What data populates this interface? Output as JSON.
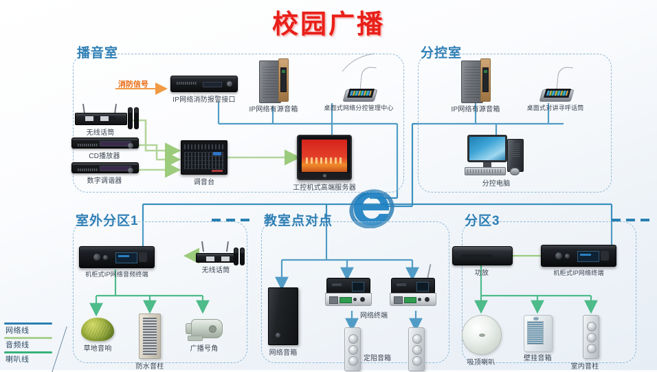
{
  "title": "校园广播",
  "legend": {
    "items": [
      {
        "label": "网络线",
        "color": "#2a7fb0"
      },
      {
        "label": "音频线",
        "color": "#a9d08e"
      },
      {
        "label": "喇叭线",
        "color": "#35b27a"
      }
    ]
  },
  "zones": [
    {
      "id": "broadcast-room",
      "title": "播音室",
      "devices": [
        {
          "name": "IP网络消防报警接口"
        },
        {
          "name": "IP网络有源音箱"
        },
        {
          "name": "桌面式网络分控管理中心"
        },
        {
          "name": "无线话筒"
        },
        {
          "name": "CD播放器"
        },
        {
          "name": "数字调谐器"
        },
        {
          "name": "调音台"
        },
        {
          "name": "工控机式高端服务器"
        }
      ],
      "annotations": [
        {
          "label": "消防信号",
          "color": "#e8690e"
        }
      ]
    },
    {
      "id": "sub-control-room",
      "title": "分控室",
      "devices": [
        {
          "name": "IP网络有源音箱"
        },
        {
          "name": "桌面式对讲寻呼话筒"
        },
        {
          "name": "分控电脑"
        }
      ]
    },
    {
      "id": "outdoor-zone-1",
      "title": "室外分区1",
      "devices": [
        {
          "name": "机柜式IP网络音频终端"
        },
        {
          "name": "无线话筒"
        },
        {
          "name": "草地音响"
        },
        {
          "name": "防水音柱"
        },
        {
          "name": "广播号角"
        }
      ]
    },
    {
      "id": "classroom-p2p",
      "title": "教室点对点",
      "devices": [
        {
          "name": "网络音箱"
        },
        {
          "name": "网络终端"
        },
        {
          "name": "定阻音箱"
        }
      ]
    },
    {
      "id": "zone-3",
      "title": "分区3",
      "devices": [
        {
          "name": "功放"
        },
        {
          "name": "机柜式IP网络终端"
        },
        {
          "name": "吸顶喇叭"
        },
        {
          "name": "壁挂音箱"
        },
        {
          "name": "室内音柱"
        }
      ]
    }
  ],
  "colors": {
    "title": "#e8201a",
    "zone_title": "#2f7fb5",
    "zone_border": "#8fb8d6",
    "network_line": "#2a7fb0",
    "audio_line": "#a9d08e",
    "speaker_line": "#35b27a",
    "fire_signal": "#e8690e"
  },
  "network_icon": "internet-explorer-e-logo"
}
